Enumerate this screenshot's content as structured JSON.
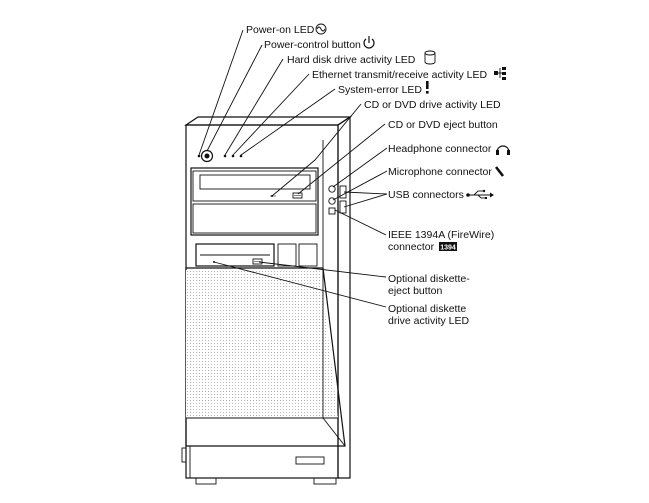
{
  "labels": {
    "power_led": "Power-on LED",
    "power_button": "Power-control button",
    "hdd_led": "Hard disk drive activity LED",
    "ethernet_led": "Ethernet transmit/receive activity LED",
    "system_error_led": "System-error LED",
    "cd_activity_led": "CD or DVD drive activity LED",
    "cd_eject_button": "CD or DVD eject button",
    "headphone_connector": "Headphone connector",
    "microphone_connector": "Microphone connector",
    "usb_connectors": "USB connectors",
    "ieee_line1": "IEEE 1394A (FireWire)",
    "ieee_line2": "connector",
    "ieee_badge": "1394",
    "diskette_eject_line1": "Optional diskette-",
    "diskette_eject_line2": "eject button",
    "diskette_led_line1": "Optional diskette",
    "diskette_led_line2": "drive activity LED"
  },
  "icons": {
    "power_led": "power-sine-icon",
    "power_button": "power-icon",
    "hdd_led": "disk-cylinder-icon",
    "ethernet_led": "network-icon",
    "system_error_led": "exclamation-icon",
    "headphone_connector": "headphone-icon",
    "microphone_connector": "microphone-icon",
    "usb_connectors": "usb-icon"
  }
}
